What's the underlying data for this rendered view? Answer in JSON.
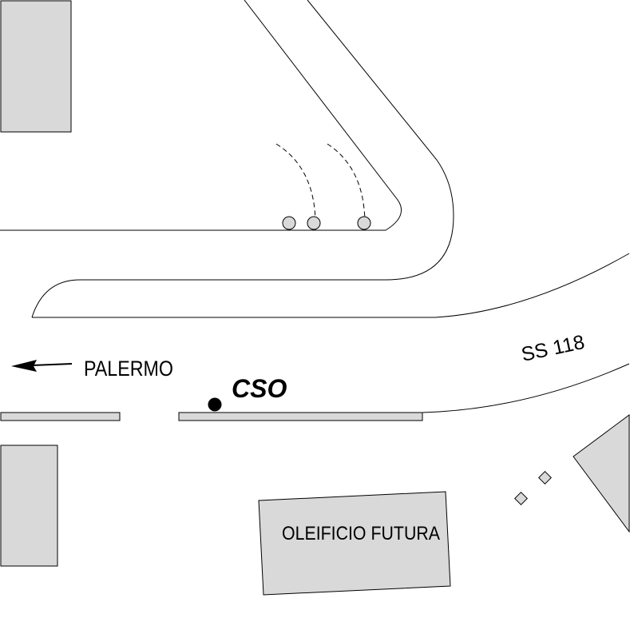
{
  "map": {
    "labels": {
      "direction": "PALERMO",
      "road": "SS 118",
      "station": "CSO",
      "building": "OLEIFICIO FUTURA"
    },
    "colors": {
      "building_fill": "#d9d9d9",
      "line": "#000000",
      "background": "#ffffff"
    }
  }
}
